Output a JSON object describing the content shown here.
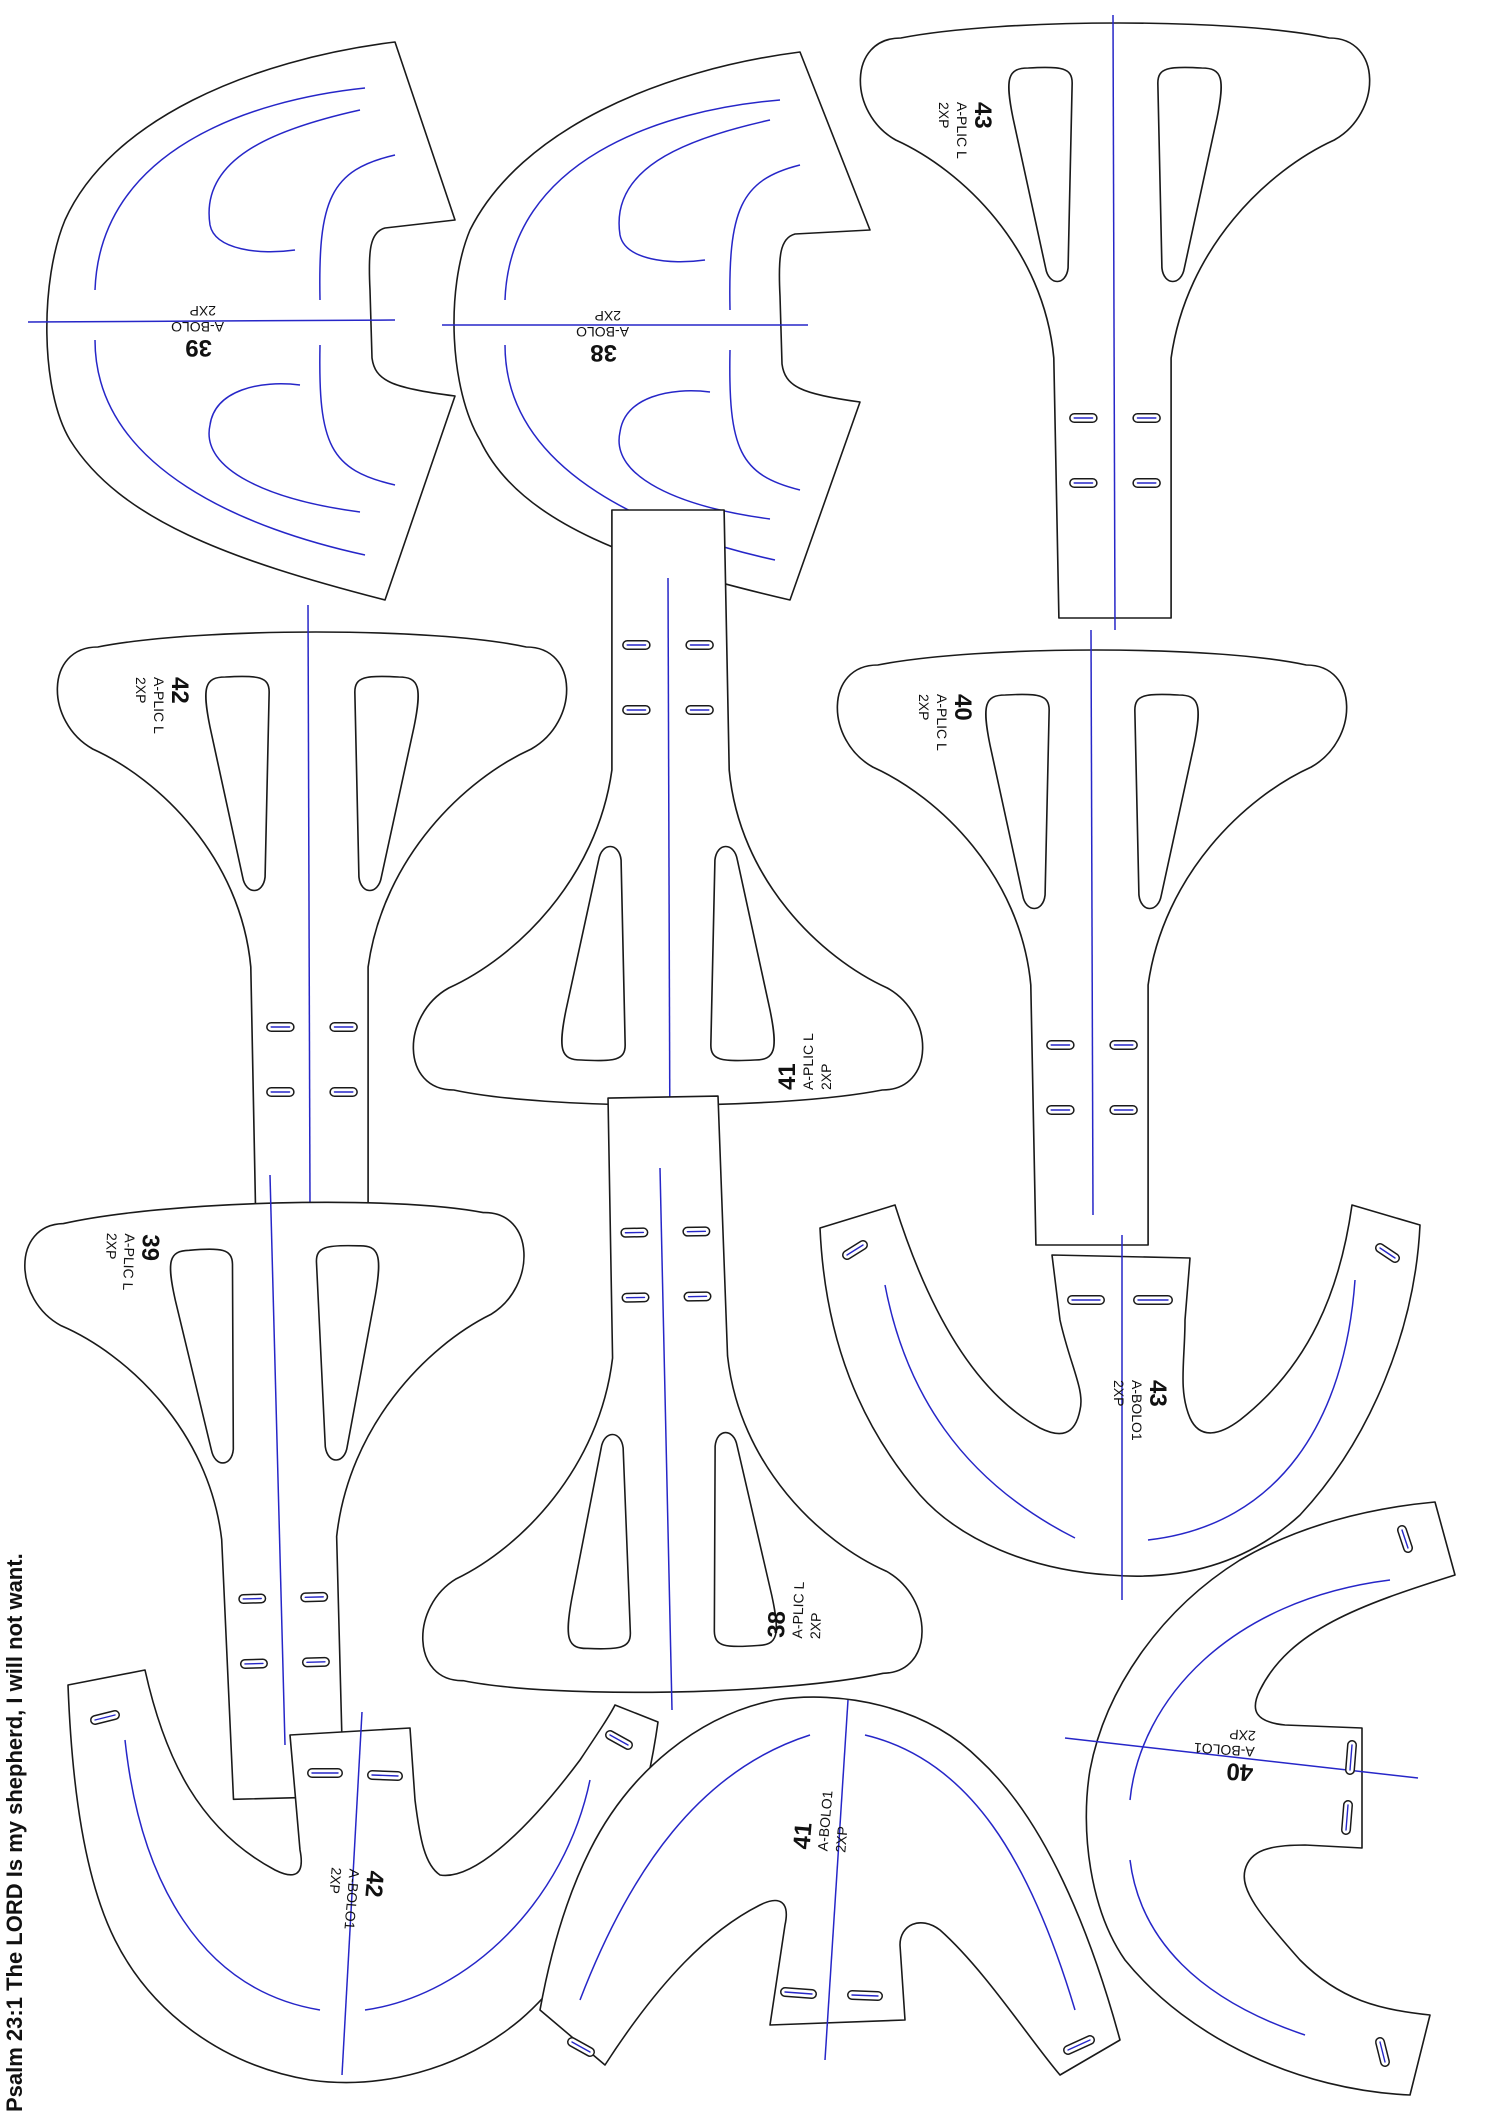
{
  "caption": "Psalm 23:1 The LORD Is my shepherd, I will not want.",
  "pieces": [
    {
      "id": "p43plic",
      "number": "43",
      "code": "A-PLIC L",
      "qty": "2XP"
    },
    {
      "id": "p39bolo",
      "number": "39",
      "code": "A-BOLO",
      "qty": "2XP"
    },
    {
      "id": "p38bolo",
      "number": "38",
      "code": "A-BOLO",
      "qty": "2XP"
    },
    {
      "id": "p42plic",
      "number": "42",
      "code": "A-PLIC L",
      "qty": "2XP"
    },
    {
      "id": "p41plic",
      "number": "41",
      "code": "A-PLIC L",
      "qty": "2XP"
    },
    {
      "id": "p40plic",
      "number": "40",
      "code": "A-PLIC L",
      "qty": "2XP"
    },
    {
      "id": "p39plic",
      "number": "39",
      "code": "A-PLIC L",
      "qty": "2XP"
    },
    {
      "id": "p38plic",
      "number": "38",
      "code": "A-PLIC L",
      "qty": "2XP"
    },
    {
      "id": "p43bolo1",
      "number": "43",
      "code": "A-BOLO1",
      "qty": "2XP"
    },
    {
      "id": "p42bolo1",
      "number": "42",
      "code": "A-BOLO1",
      "qty": "2XP"
    },
    {
      "id": "p41bolo1",
      "number": "41",
      "code": "A-BOLO1",
      "qty": "2XP"
    },
    {
      "id": "p40bolo1",
      "number": "40",
      "code": "A-BOLO1",
      "qty": "2XP"
    }
  ],
  "colors": {
    "outline": "#1a1a1a",
    "grain_line": "#2626c8",
    "background": "#ffffff"
  }
}
